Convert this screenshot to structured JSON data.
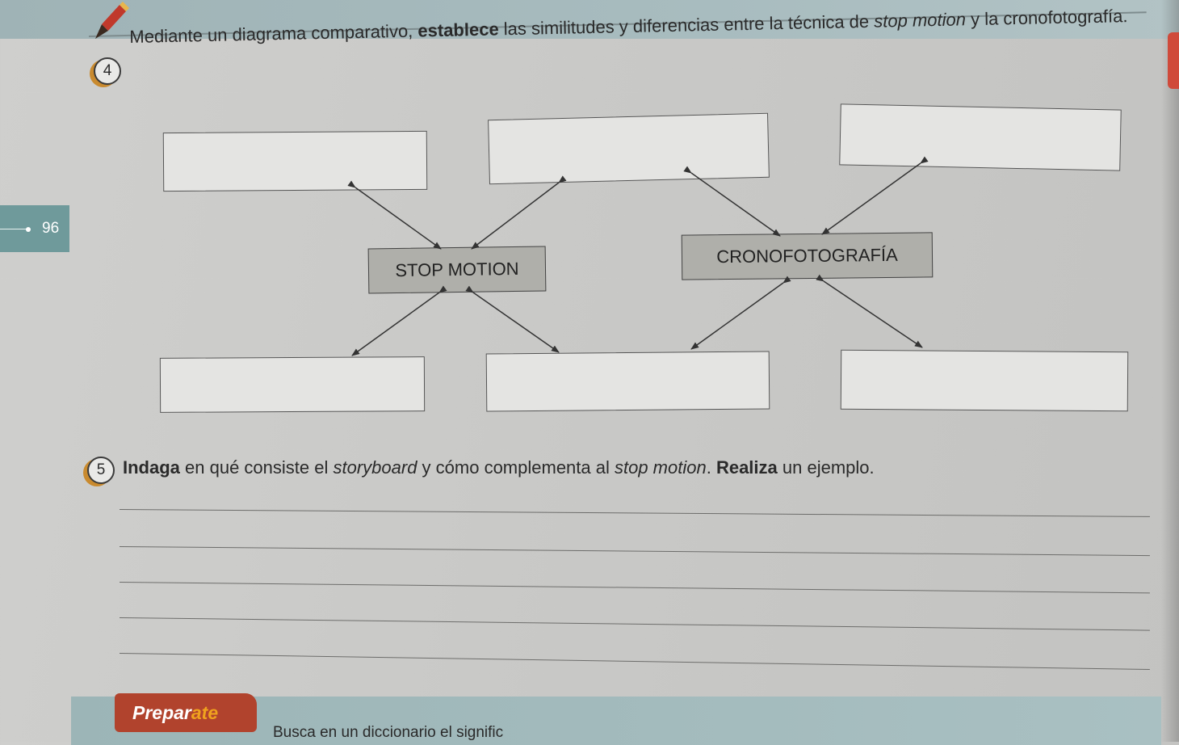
{
  "page_number": "96",
  "question4": {
    "number": "4",
    "text_a": "Mediante un diagrama comparativo, ",
    "text_bold": "establece",
    "text_b": " las similitudes y diferencias entre la técnica de ",
    "text_italic": "stop motion",
    "text_c": " y la cronofotografía."
  },
  "diagram": {
    "left_center": "STOP MOTION",
    "right_center": "CRONOFOTOGRAFÍA"
  },
  "question5": {
    "number": "5",
    "bold1": "Indaga",
    "text_a": " en qué consiste el ",
    "italic1": "storyboard",
    "text_b": " y cómo complementa al ",
    "italic2": "stop motion",
    "text_c": ". ",
    "bold2": "Realiza",
    "text_d": " un ejemplo."
  },
  "preparate": {
    "label_a": "Prepar",
    "label_hl": "at",
    "label_b": "e",
    "text": "Busca en un diccionario el signific"
  },
  "colors": {
    "accent_teal": "#6f9a9b",
    "badge_red": "#b1432d",
    "badge_orange": "#f0a21e",
    "number_ring": "#c98a2e"
  }
}
